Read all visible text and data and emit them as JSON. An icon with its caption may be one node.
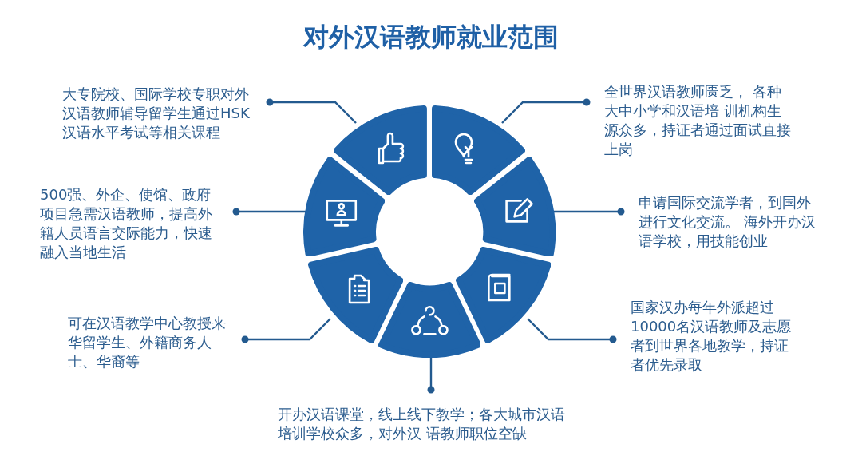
{
  "diagram": {
    "title": "对外汉语教师就业范围",
    "nodes": [
      {
        "text": [
          "大专院校、国际学校专职对外汉语教师辅导留学生通过HSK汉语水平考试等相关课程"
        ]
      },
      {
        "text": [
          "500强、外企、使馆、政府项目急需汉语教师，提高外籍人员语言交际能力，快速融入当地生活"
        ]
      },
      {
        "text": [
          "可在汉语教学中心教授来华留学生、外籍商务人士、华裔等"
        ]
      },
      {
        "text": [
          "开办汉语课堂，线上线下教学；各大城市汉语培训学校众多，对外汉 语教师职位空缺"
        ]
      },
      {
        "text": [
          "全世界汉语教师匮乏， 各种大中小学和汉语培 训机构生源众多，持证者通过面试直接上岗"
        ]
      },
      {
        "text": [
          "申请国际交流学者，到国外进行文化交流。 海外开办汉语学校，用技能创业"
        ]
      },
      {
        "text": [
          "国家汉办每年外派超过10000名汉语教师及志愿者到世界各地教学，持证者优先录取"
        ]
      },
      {
        "text": [],
        "shape": "sector"
      },
      {
        "text": [],
        "shape": "sector"
      },
      {
        "text": [],
        "shape": "sector"
      },
      {
        "text": [],
        "shape": "sector"
      },
      {
        "text": [],
        "shape": "sector"
      },
      {
        "text": [],
        "shape": "sector"
      },
      {
        "text": [],
        "shape": "sector"
      }
    ],
    "edges": [
      {
        "from": 0,
        "to": 7,
        "arrow": "other"
      },
      {
        "from": 1,
        "to": 9,
        "arrow": "other"
      },
      {
        "from": 2,
        "to": 11,
        "arrow": "other"
      },
      {
        "from": 3,
        "to": 13,
        "arrow": "other"
      },
      {
        "from": 4,
        "to": 8,
        "arrow": "other"
      },
      {
        "from": 5,
        "to": 10,
        "arrow": "other"
      },
      {
        "from": 6,
        "to": 12,
        "arrow": "other"
      }
    ]
  }
}
